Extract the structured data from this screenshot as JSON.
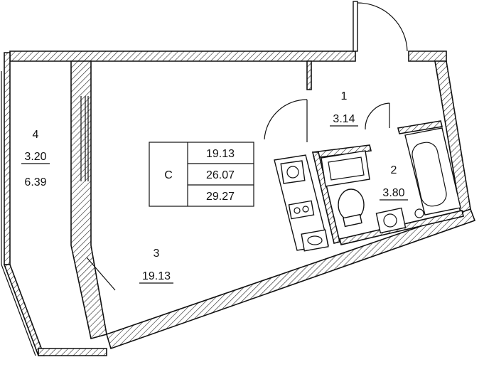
{
  "rooms": [
    {
      "number": "1",
      "area": "3.14"
    },
    {
      "number": "2",
      "area": "3.80"
    },
    {
      "number": "3",
      "area": "19.13"
    },
    {
      "number": "4",
      "area": "3.20",
      "area2": "6.39"
    }
  ],
  "summary": {
    "type": "С",
    "living": "19.13",
    "total": "26.07",
    "total_with_loggia": "29.27"
  }
}
